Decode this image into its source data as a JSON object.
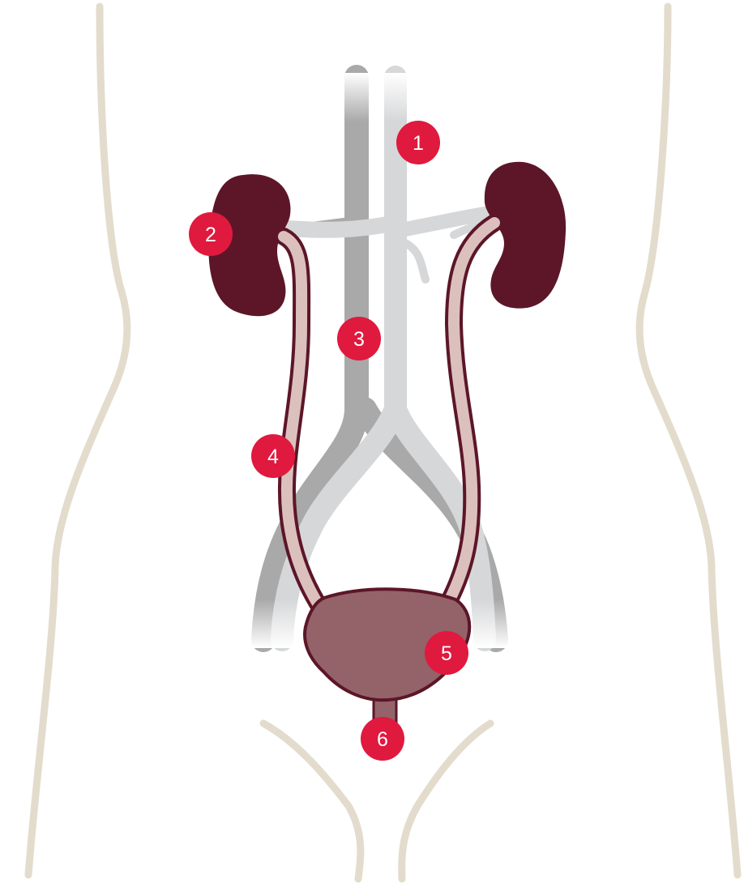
{
  "colors": {
    "background": "#ffffff",
    "body_outline": "#e3dccd",
    "vessel_dark": "#a9a9a9",
    "vessel_light": "#d6d7d8",
    "kidney": "#5c1628",
    "ureter_fill": "#dcc0bd",
    "ureter_outline": "#5c1628",
    "bladder": "#936369",
    "marker": "#e0193e",
    "marker_text": "#ffffff"
  },
  "icons": {
    "marker": "numbered-circle-icon"
  },
  "markers": [
    {
      "id": "aorta",
      "label": "1"
    },
    {
      "id": "kidney",
      "label": "2"
    },
    {
      "id": "vena-cava",
      "label": "3"
    },
    {
      "id": "ureter",
      "label": "4"
    },
    {
      "id": "bladder",
      "label": "5"
    },
    {
      "id": "urethra",
      "label": "6"
    }
  ]
}
